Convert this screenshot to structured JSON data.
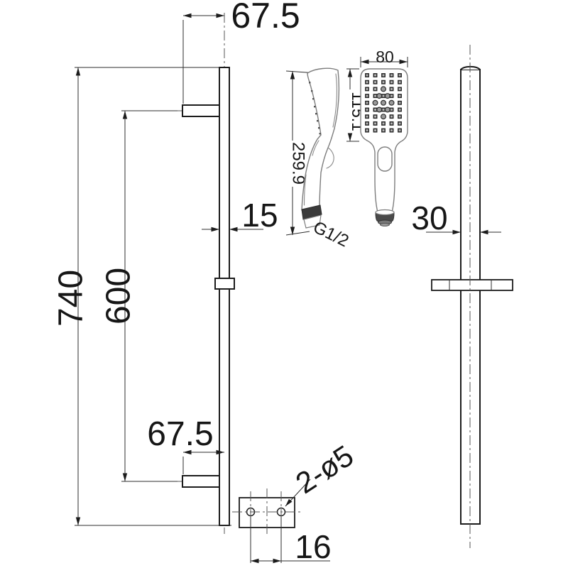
{
  "drawing": {
    "type": "shower-rail-kit-dimension-drawing",
    "background": "#ffffff",
    "colors": {
      "outline": "#1c1c1c",
      "dimension_line": "#2d2d2d",
      "centerline": "#555555",
      "handset_outline": "#7d7d7d",
      "connector_fill": "#3a3a3a"
    },
    "labels": {
      "top_offset": "67.5",
      "rail_length": "740",
      "slide_travel": "600",
      "rail_depth": "15",
      "bottom_offset": "67.5",
      "handset_length": "259.9",
      "thread_size": "G1/2",
      "head_width": "80",
      "head_face_height": "115.1",
      "rail_width": "30",
      "mount_holes": "2-ø5",
      "hole_spacing": "16"
    }
  }
}
